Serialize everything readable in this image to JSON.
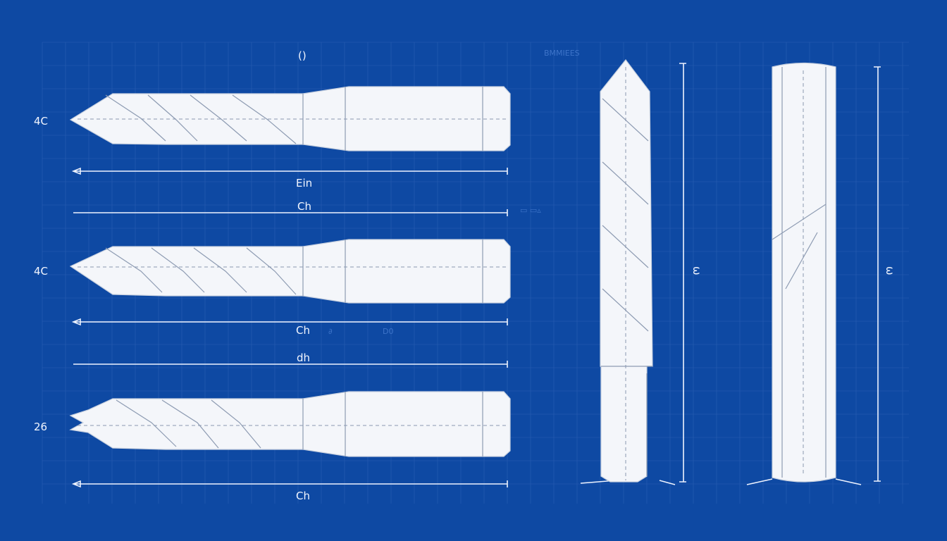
{
  "colors": {
    "background": "#0e49a3",
    "line": "#eef3ff",
    "grid": "#2a5fb3"
  },
  "labels": {
    "top_center": "()",
    "top_right_faint": "BMMIEES",
    "row1_left": "4C",
    "row1_dim": "Ein",
    "row2_top_dim": "Ch",
    "row2_side_faint": "▭ ▭▵",
    "row2_left": "4C",
    "row2_dim": "Ch",
    "row2_dim_faint_a": "∂",
    "row2_dim_faint_b": "D0",
    "row3_top_dim": "dh",
    "row3_left": "26",
    "row3_dim": "Ch",
    "vertical1_dim": "ω",
    "vertical2_dim": "ω"
  }
}
